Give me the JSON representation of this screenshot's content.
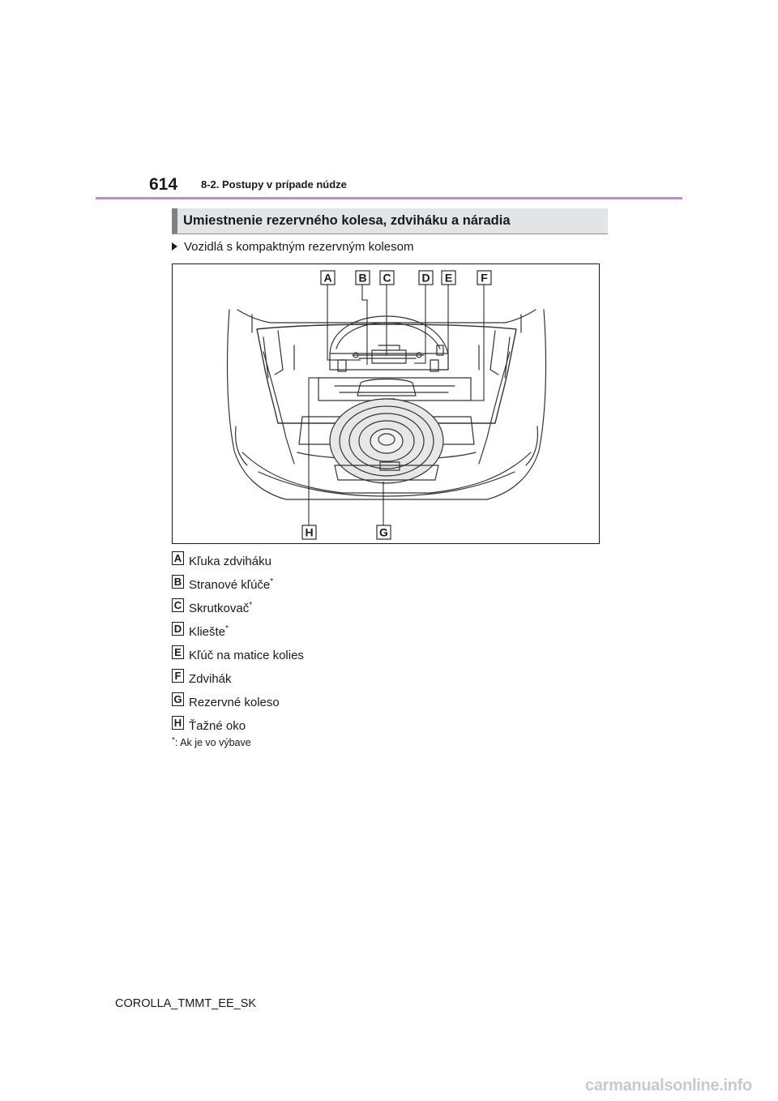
{
  "header": {
    "page_number": "614",
    "section": "8-2. Postupy v prípade núdze",
    "rule_color": "#d37fd6"
  },
  "heading": "Umiestnenie rezervného kolesa, zdviháku a náradia",
  "subheading": "Vozidlá s kompaktným rezervným kolesom",
  "figure": {
    "callouts_top": [
      "A",
      "B",
      "C",
      "D",
      "E",
      "F"
    ],
    "callouts_bottom": [
      "H",
      "G"
    ]
  },
  "legend": [
    {
      "letter": "A",
      "text": "Kľuka zdviháku",
      "star": ""
    },
    {
      "letter": "B",
      "text": "Stranové kľúče",
      "star": "*"
    },
    {
      "letter": "C",
      "text": "Skrutkovač",
      "star": "*"
    },
    {
      "letter": "D",
      "text": "Kliešte",
      "star": "*"
    },
    {
      "letter": "E",
      "text": "Kľúč na matice kolies",
      "star": ""
    },
    {
      "letter": "F",
      "text": "Zdvihák",
      "star": ""
    },
    {
      "letter": "G",
      "text": "Rezervné koleso",
      "star": ""
    },
    {
      "letter": "H",
      "text": "Ťažné oko",
      "star": ""
    }
  ],
  "footnote": {
    "star": "*",
    "text": ": Ak je vo výbave"
  },
  "footer_code": "COROLLA_TMMT_EE_SK",
  "watermark": "carmanualsonline.info"
}
